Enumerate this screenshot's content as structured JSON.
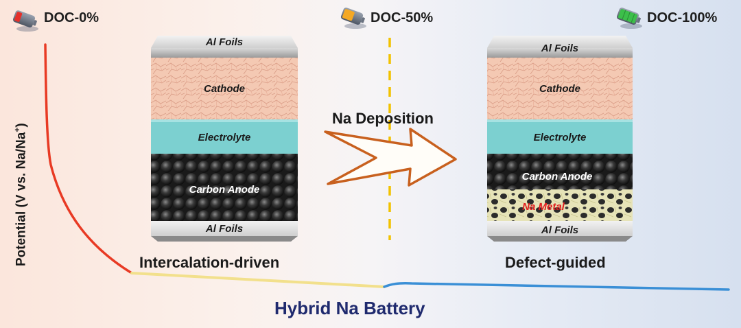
{
  "states": {
    "start": "DOC-0%",
    "middle": "DOC-50%",
    "end": "DOC-100%"
  },
  "axis": {
    "ylabel": "Potential (V vs. Na/Na",
    "ylabel_sup": "+",
    "ylabel_close": ")"
  },
  "left_cell": {
    "top_foil": "Al Foils",
    "cathode": "Cathode",
    "electrolyte": "Electrolyte",
    "anode": "Carbon Anode",
    "bottom_foil": "Al Foils",
    "caption": "Intercalation-driven"
  },
  "right_cell": {
    "top_foil": "Al Foils",
    "cathode": "Cathode",
    "electrolyte": "Electrolyte",
    "anode": "Carbon Anode",
    "metal": "Na Metal",
    "bottom_foil": "Al Foils",
    "caption": "Defect-guided"
  },
  "process": "Na Deposition",
  "footer": "Hybrid Na Battery",
  "colors": {
    "curve_start": "#e83a24",
    "curve_middle": "#f2e08c",
    "curve_end": "#3a8fd6",
    "arrow": "#c8601e",
    "electrolyte": "#7cd0d0",
    "cathode": "#f4c7b0",
    "anode": "#2a2a2a",
    "na_metal_text": "#e02020",
    "title": "#1f2a6e"
  },
  "icons": {
    "battery_empty": "battery-empty-icon",
    "battery_half": "battery-half-icon",
    "battery_full": "battery-full-icon",
    "arrow": "right-arrow-icon"
  }
}
